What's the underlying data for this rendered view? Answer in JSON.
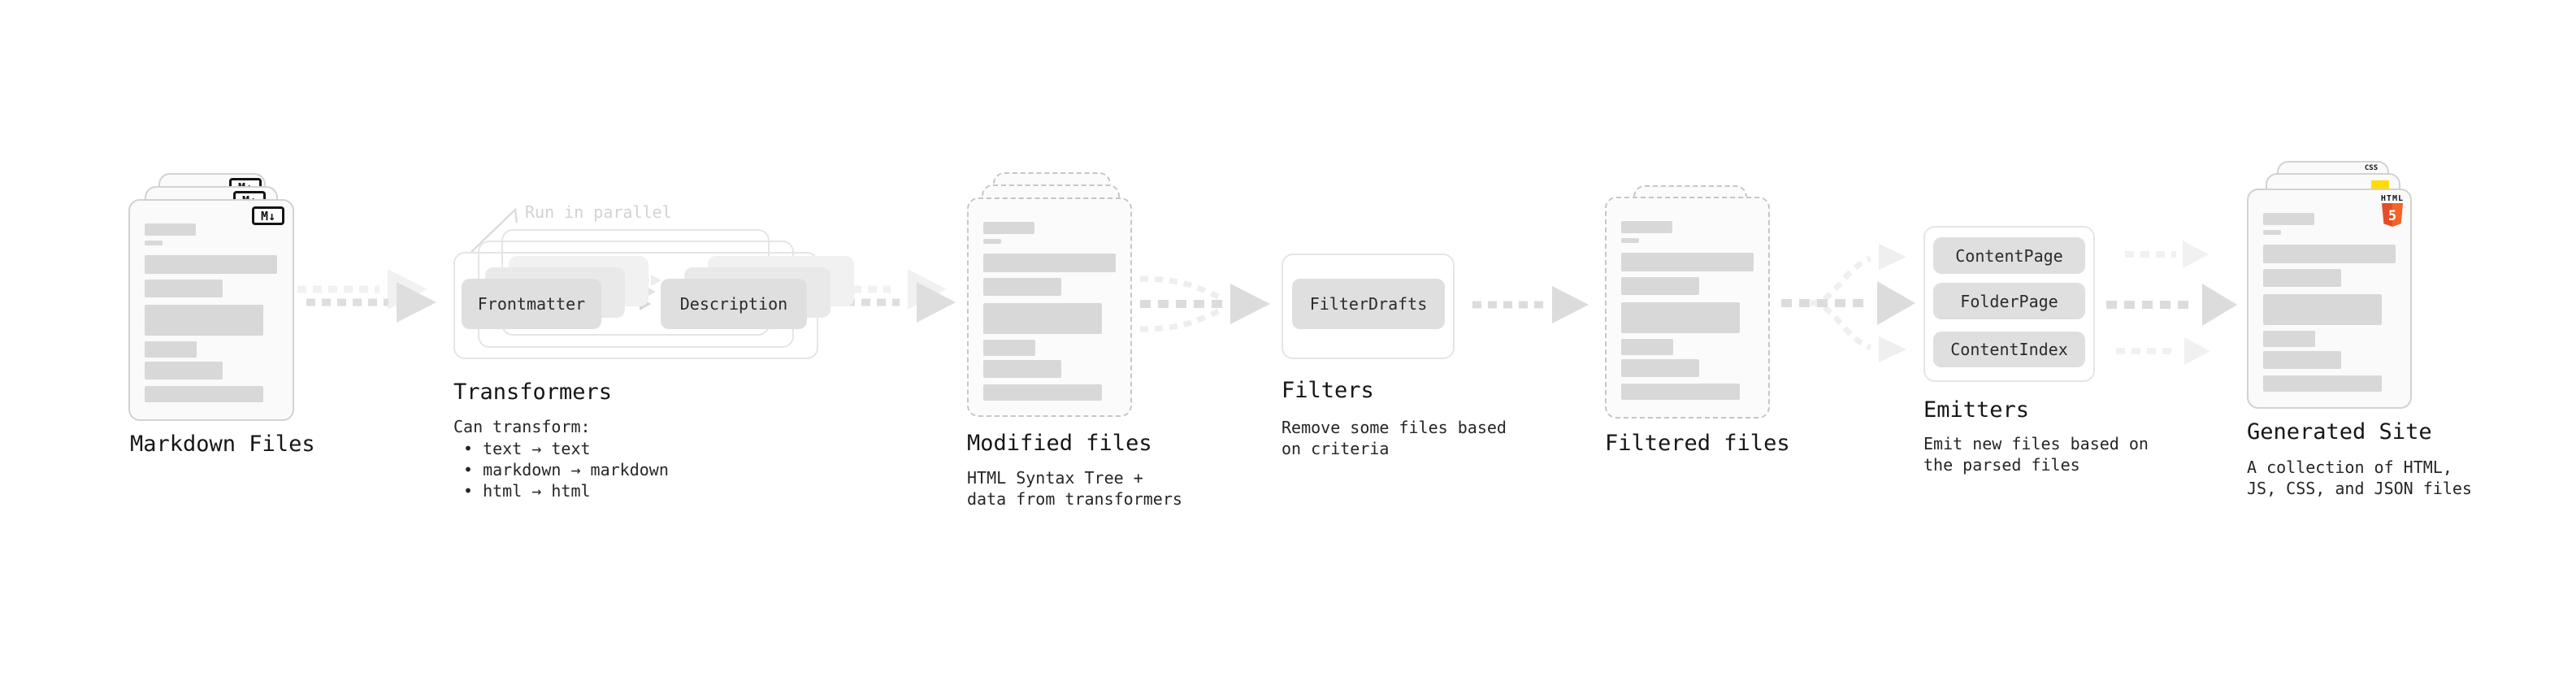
{
  "markdown_files": {
    "label": "Markdown Files",
    "icon_label": "M↓"
  },
  "transformers": {
    "note": "Run in parallel",
    "button_frontmatter": "Frontmatter",
    "button_description": "Description",
    "heading": "Transformers",
    "desc_title": "Can transform:",
    "bullet_1": "• text → text",
    "bullet_2": "• markdown → markdown",
    "bullet_3": "• html → html"
  },
  "modified_files": {
    "label": "Modified files",
    "desc_1": "HTML Syntax Tree +",
    "desc_2": "data from transformers"
  },
  "filters": {
    "heading": "Filters",
    "button_filterdrafts": "FilterDrafts",
    "desc_1": "Remove some files based",
    "desc_2": "on criteria"
  },
  "filtered_files": {
    "label": "Filtered files"
  },
  "emitters": {
    "heading": "Emitters",
    "button_contentpage": "ContentPage",
    "button_folderpage": "FolderPage",
    "button_contentindex": "ContentIndex",
    "desc_1": "Emit new files based on",
    "desc_2": "the parsed files"
  },
  "generated_site": {
    "label": "Generated Site",
    "desc_1": "A collection of HTML,",
    "desc_2": "JS, CSS, and JSON files",
    "html5_badge_label": "HTML",
    "html5_badge_number": "5",
    "css_badge_label": "CSS"
  },
  "colors": {
    "html5_orange": "#e44d26",
    "html5_orange_light": "#f16529",
    "js_yellow": "#ffdd00",
    "css_blue": "#2160e0",
    "button_gray": "#dfdfdf",
    "arrow_gray": "#dcdcdc",
    "arrow_gray_light": "#f1f1f1"
  }
}
